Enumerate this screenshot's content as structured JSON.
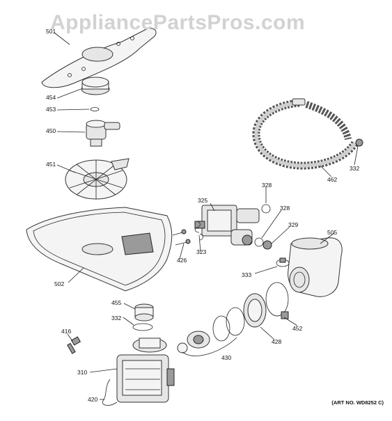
{
  "watermark": "AppliancePartsPros.com",
  "art_number": "(ART NO. WD8252 C)",
  "callouts": {
    "c501": "501",
    "c454": "454",
    "c453": "453",
    "c450": "450",
    "c451": "451",
    "c462": "462",
    "c332a": "332",
    "c328a": "328",
    "c325": "325",
    "c328b": "328",
    "c329": "329",
    "c505": "505",
    "c426": "426",
    "c323": "323",
    "c502": "502",
    "c333": "333",
    "c455": "455",
    "c332b": "332",
    "c416": "416",
    "c452": "452",
    "c428": "428",
    "c430": "430",
    "c310": "310",
    "c420": "420"
  }
}
